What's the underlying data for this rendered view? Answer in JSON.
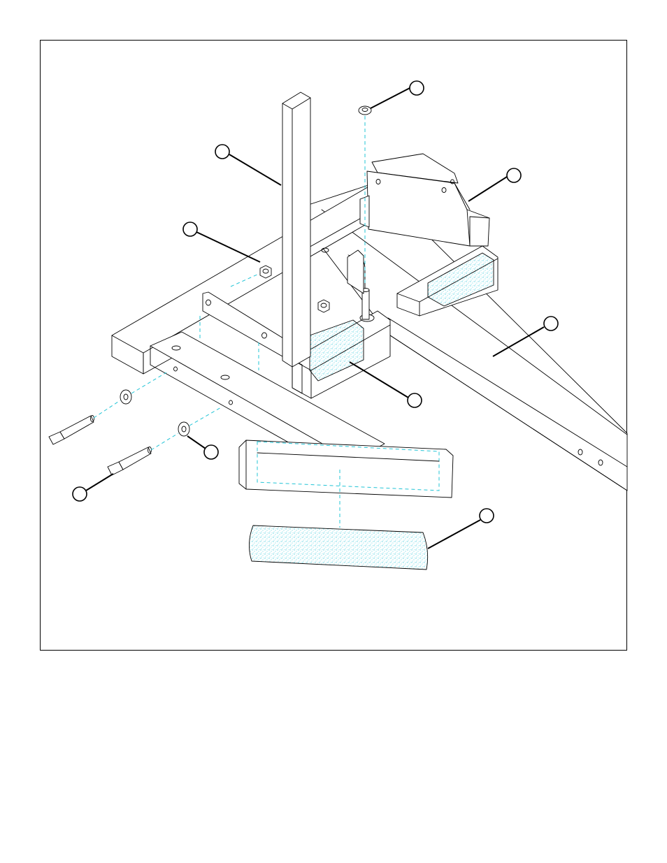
{
  "colors": {
    "line": "#000000",
    "background": "#ffffff",
    "hidden_line": "#22c4d6",
    "foam_fill": "#22c4d6"
  },
  "callouts": [
    {
      "id": "washer-top",
      "label": ""
    },
    {
      "id": "upright-post",
      "label": ""
    },
    {
      "id": "bracket-assembly",
      "label": ""
    },
    {
      "id": "nut",
      "label": ""
    },
    {
      "id": "main-frame",
      "label": ""
    },
    {
      "id": "foot-roller-pad",
      "label": ""
    },
    {
      "id": "washer",
      "label": ""
    },
    {
      "id": "bolt",
      "label": ""
    },
    {
      "id": "foam-sleeve",
      "label": ""
    }
  ]
}
